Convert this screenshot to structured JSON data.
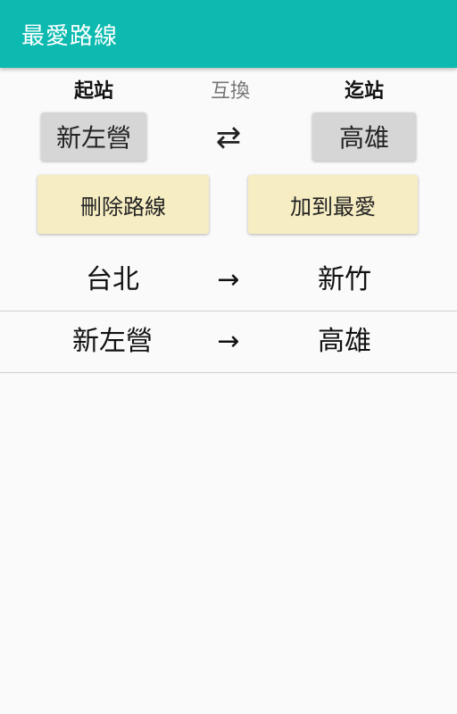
{
  "appbar": {
    "title": "最愛路線",
    "color": "#0dbab0"
  },
  "selector": {
    "start_label": "起站",
    "swap_label": "互換",
    "end_label": "迄站",
    "start_value": "新左營",
    "end_value": "高雄",
    "swap_icon": "⇄"
  },
  "actions": {
    "delete_label": "刪除路線",
    "add_label": "加到最愛",
    "button_color": "#f6edc3"
  },
  "routes": [
    {
      "from": "台北",
      "arrow": "→",
      "to": "新竹"
    },
    {
      "from": "新左營",
      "arrow": "→",
      "to": "高雄"
    }
  ]
}
